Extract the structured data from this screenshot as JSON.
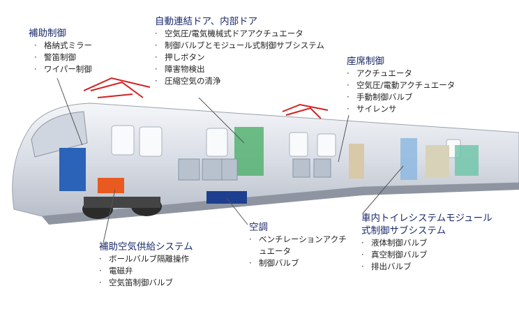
{
  "callouts": {
    "aux_control": {
      "title": "補助制御",
      "items": [
        "格納式ミラー",
        "警笛制御",
        "ワイパー制御"
      ]
    },
    "doors": {
      "title": "自動連結ドア、内部ドア",
      "items": [
        "空気圧/電気機械式ドアアクチュエータ",
        "制御バルブとモジュール式制御サブシステム",
        "押しボタン",
        "障害物検出",
        "圧縮空気の清浄"
      ]
    },
    "seat_control": {
      "title": "座席制御",
      "items": [
        "アクチュエータ",
        "空気圧/電動アクチュエータ",
        "手動制御バルブ",
        "サイレンサ"
      ]
    },
    "hvac": {
      "title": "空調",
      "items": [
        "ベンチレーションアクチュエータ",
        "制御バルブ"
      ]
    },
    "aux_air": {
      "title": "補助空気供給システム",
      "items": [
        "ボールバルブ隔離操作",
        "電磁弁",
        "空気笛制御バルブ"
      ]
    },
    "toilet": {
      "title": "車内トイレシステムモジュール式制御サブシステム",
      "items": [
        "液体制御バルブ",
        "真空制御バルブ",
        "排出バルブ"
      ]
    }
  },
  "colors": {
    "heading": "#1b2a6b",
    "pantograph": "#d42020",
    "body": "#dfe3ea",
    "accent_blue": "#2a63b8",
    "accent_green": "#4caf6a"
  }
}
